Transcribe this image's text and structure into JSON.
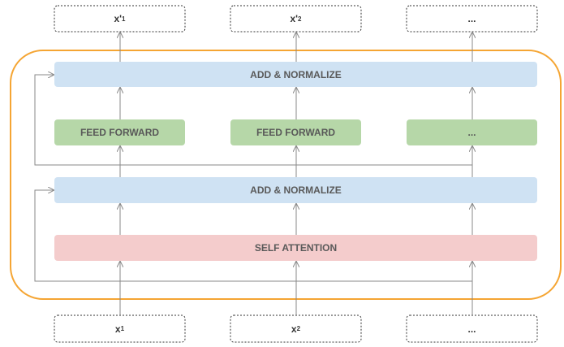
{
  "outputs": [
    {
      "base": "x'",
      "sub": "1"
    },
    {
      "base": "x'",
      "sub": "2"
    },
    {
      "base": "...",
      "sub": ""
    }
  ],
  "inputs": [
    {
      "base": "x",
      "sub": "1"
    },
    {
      "base": "x",
      "sub": "2"
    },
    {
      "base": "...",
      "sub": ""
    }
  ],
  "encoder": {
    "add_normalize_top": "ADD & NORMALIZE",
    "feed_forward": [
      "FEED FORWARD",
      "FEED FORWARD",
      "..."
    ],
    "add_normalize_bottom": "ADD & NORMALIZE",
    "self_attention": "SELF ATTENTION"
  },
  "colors": {
    "encoder_border": "#F5A533",
    "add_normalize": "#CFE2F3",
    "feed_forward": "#B6D7A8",
    "self_attention": "#F4CCCC",
    "arrow": "#888888"
  }
}
